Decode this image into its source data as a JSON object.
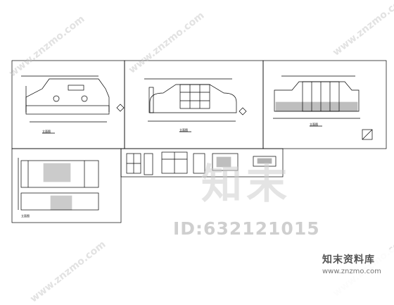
{
  "watermark": {
    "brand": "知末",
    "id_label": "ID:632121015",
    "diagonal": "www.znzmo.com"
  },
  "logo": {
    "title": "知末资料库",
    "url": "www.znzmo.com"
  },
  "colors": {
    "line": "#000000",
    "background": "#ffffff",
    "watermark": "#cdcdcd"
  }
}
